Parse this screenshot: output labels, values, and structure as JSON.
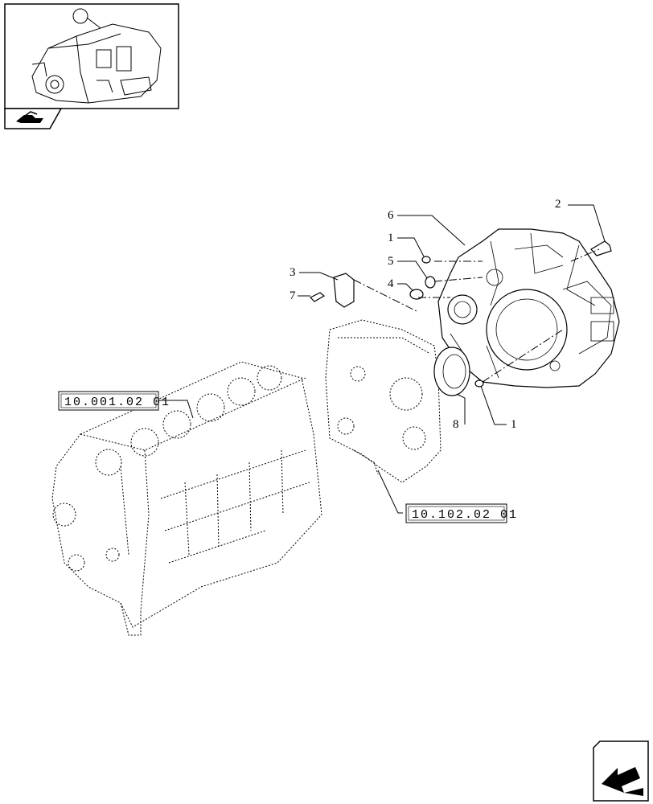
{
  "reference_boxes": [
    {
      "id": "block",
      "label": "10.001.02 01"
    },
    {
      "id": "cover",
      "label": "10.102.02 01"
    }
  ],
  "callouts": {
    "c6": "6",
    "c1_top": "1",
    "c5": "5",
    "c4": "4",
    "c3": "3",
    "c7": "7",
    "c2": "2",
    "c8": "8",
    "c1_bottom": "1"
  },
  "icons": {
    "thumbnail": "engine-thumbnail-icon",
    "section_tab": "section-tab-icon",
    "nav_arrow": "next-page-arrow-icon"
  }
}
